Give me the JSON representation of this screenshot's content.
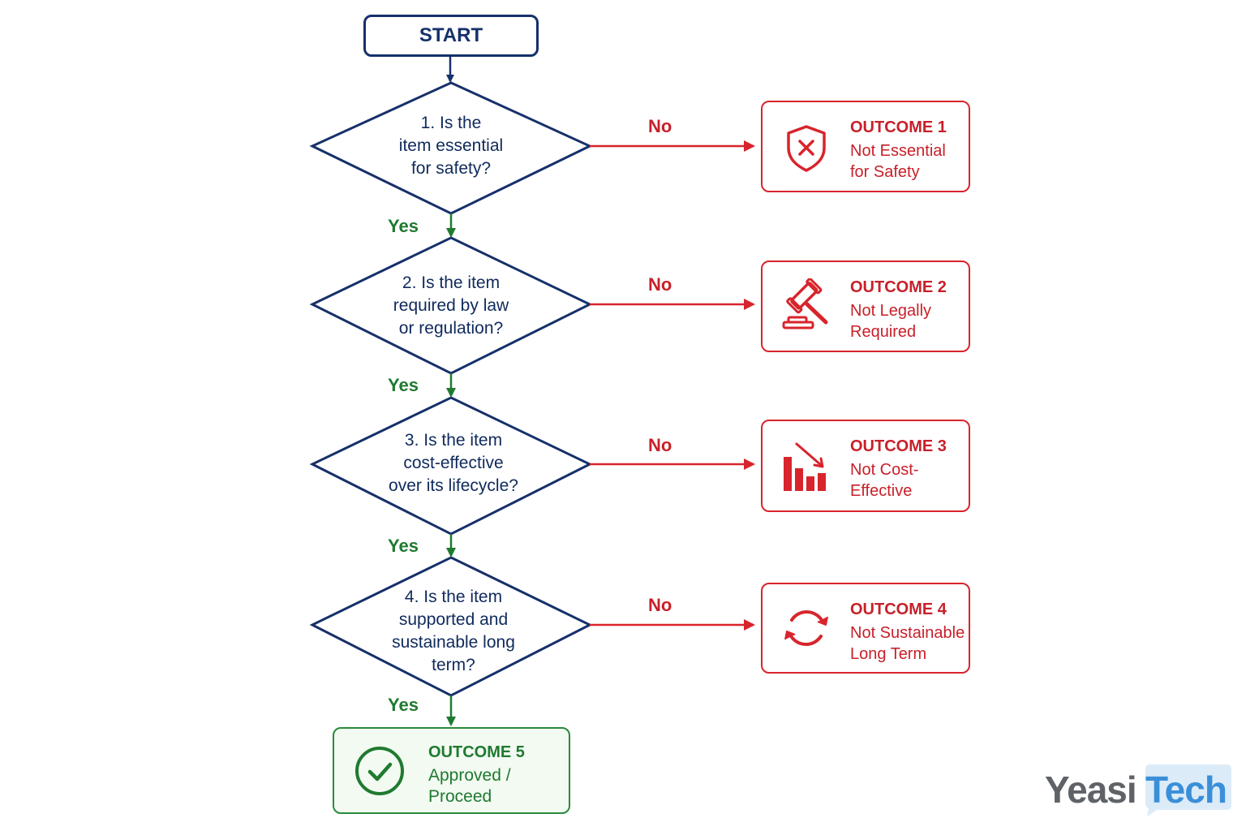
{
  "start_label": "START",
  "questions": [
    {
      "text": "1. Is the\nitem essential\nfor safety?",
      "yes_label": "Yes",
      "no_label": "No"
    },
    {
      "text": "2. Is the item\nrequired by law\nor regulation?",
      "yes_label": "Yes",
      "no_label": "No"
    },
    {
      "text": "3. Is the item\ncost-effective\nover its lifecycle?",
      "yes_label": "Yes",
      "no_label": "No"
    },
    {
      "text": "4. Is the item\nsupported and\nsustainable long\nterm?",
      "yes_label": "Yes",
      "no_label": "No"
    }
  ],
  "outcomes": [
    {
      "title": "OUTCOME 1",
      "text": "Not Essential\nfor Safety",
      "icon": "shield-x-icon"
    },
    {
      "title": "OUTCOME 2",
      "text": "Not Legally\nRequired",
      "icon": "gavel-icon"
    },
    {
      "title": "OUTCOME 3",
      "text": "Not Cost-\nEffective",
      "icon": "declining-bar-chart-icon"
    },
    {
      "title": "OUTCOME 4",
      "text": "Not Sustainable\nLong Term",
      "icon": "refresh-cycle-icon"
    },
    {
      "title": "OUTCOME 5",
      "text": "Approved /\nProceed",
      "icon": "check-circle-icon"
    }
  ],
  "logo": {
    "part1": "Yeasi",
    "part2": "Tech"
  },
  "colors": {
    "navy": "#16306b",
    "red": "#d8242c",
    "green": "#2a8a3a",
    "logo_gray": "#5f6368",
    "logo_blue": "#3a8fd8"
  }
}
